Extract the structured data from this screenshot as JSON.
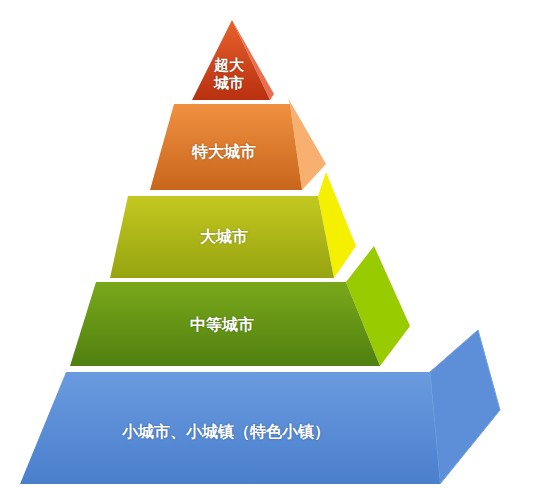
{
  "diagram": {
    "nodes": [
      {
        "text": [
          "超大 城市"
        ]
      },
      {
        "text": [
          "特大城市"
        ]
      },
      {
        "text": [
          "大城市"
        ]
      },
      {
        "text": [
          "中等城市"
        ]
      },
      {
        "text": [
          "小城市、小城镇（特色小镇）"
        ]
      }
    ]
  }
}
